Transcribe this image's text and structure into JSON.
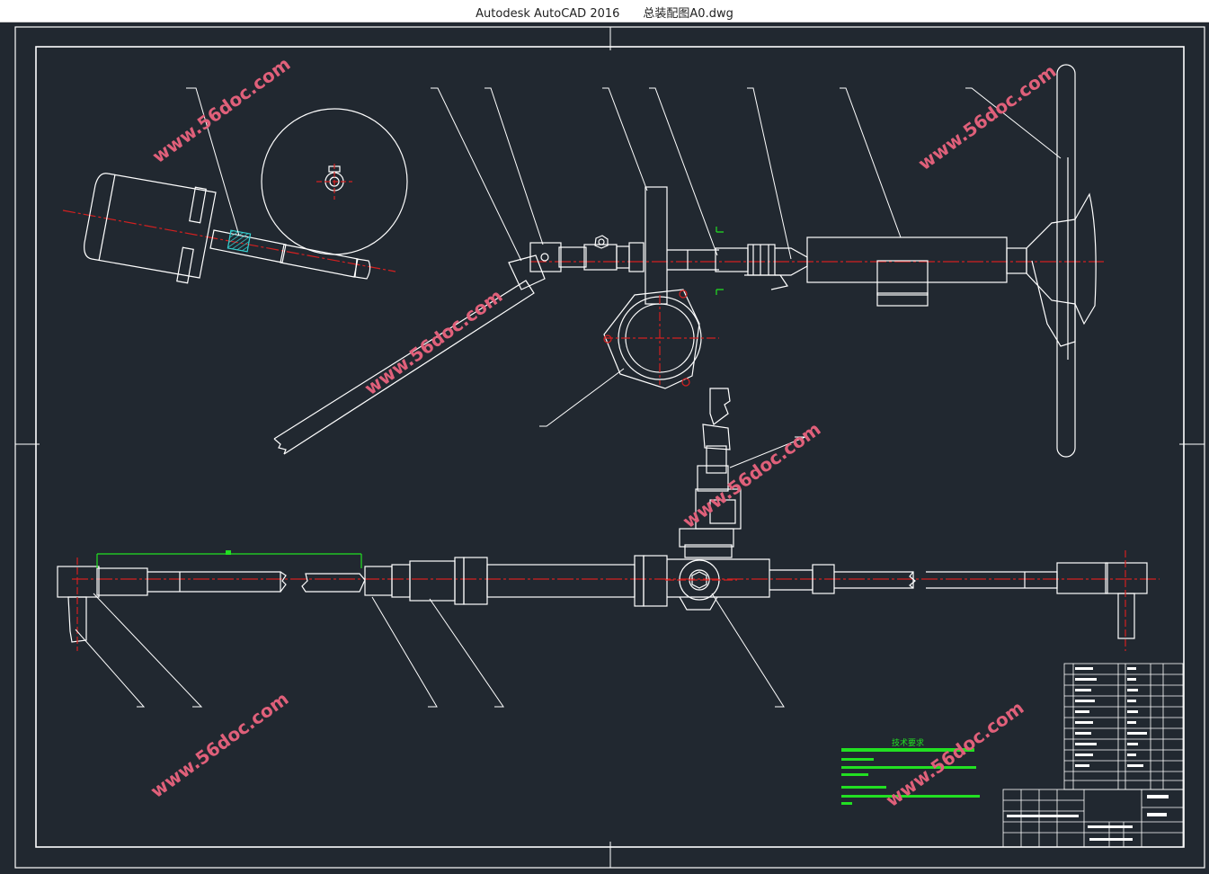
{
  "window": {
    "title": "Autodesk AutoCAD 2016　　总装配图A0.dwg"
  },
  "watermark": {
    "text": "www.56doc.com",
    "color": "#e0607a"
  },
  "colors": {
    "background": "#212830",
    "line": "#ffffff",
    "center_line": "#d42020",
    "dimension": "#22e022"
  },
  "technical_requirements": {
    "title": "技术要求"
  }
}
